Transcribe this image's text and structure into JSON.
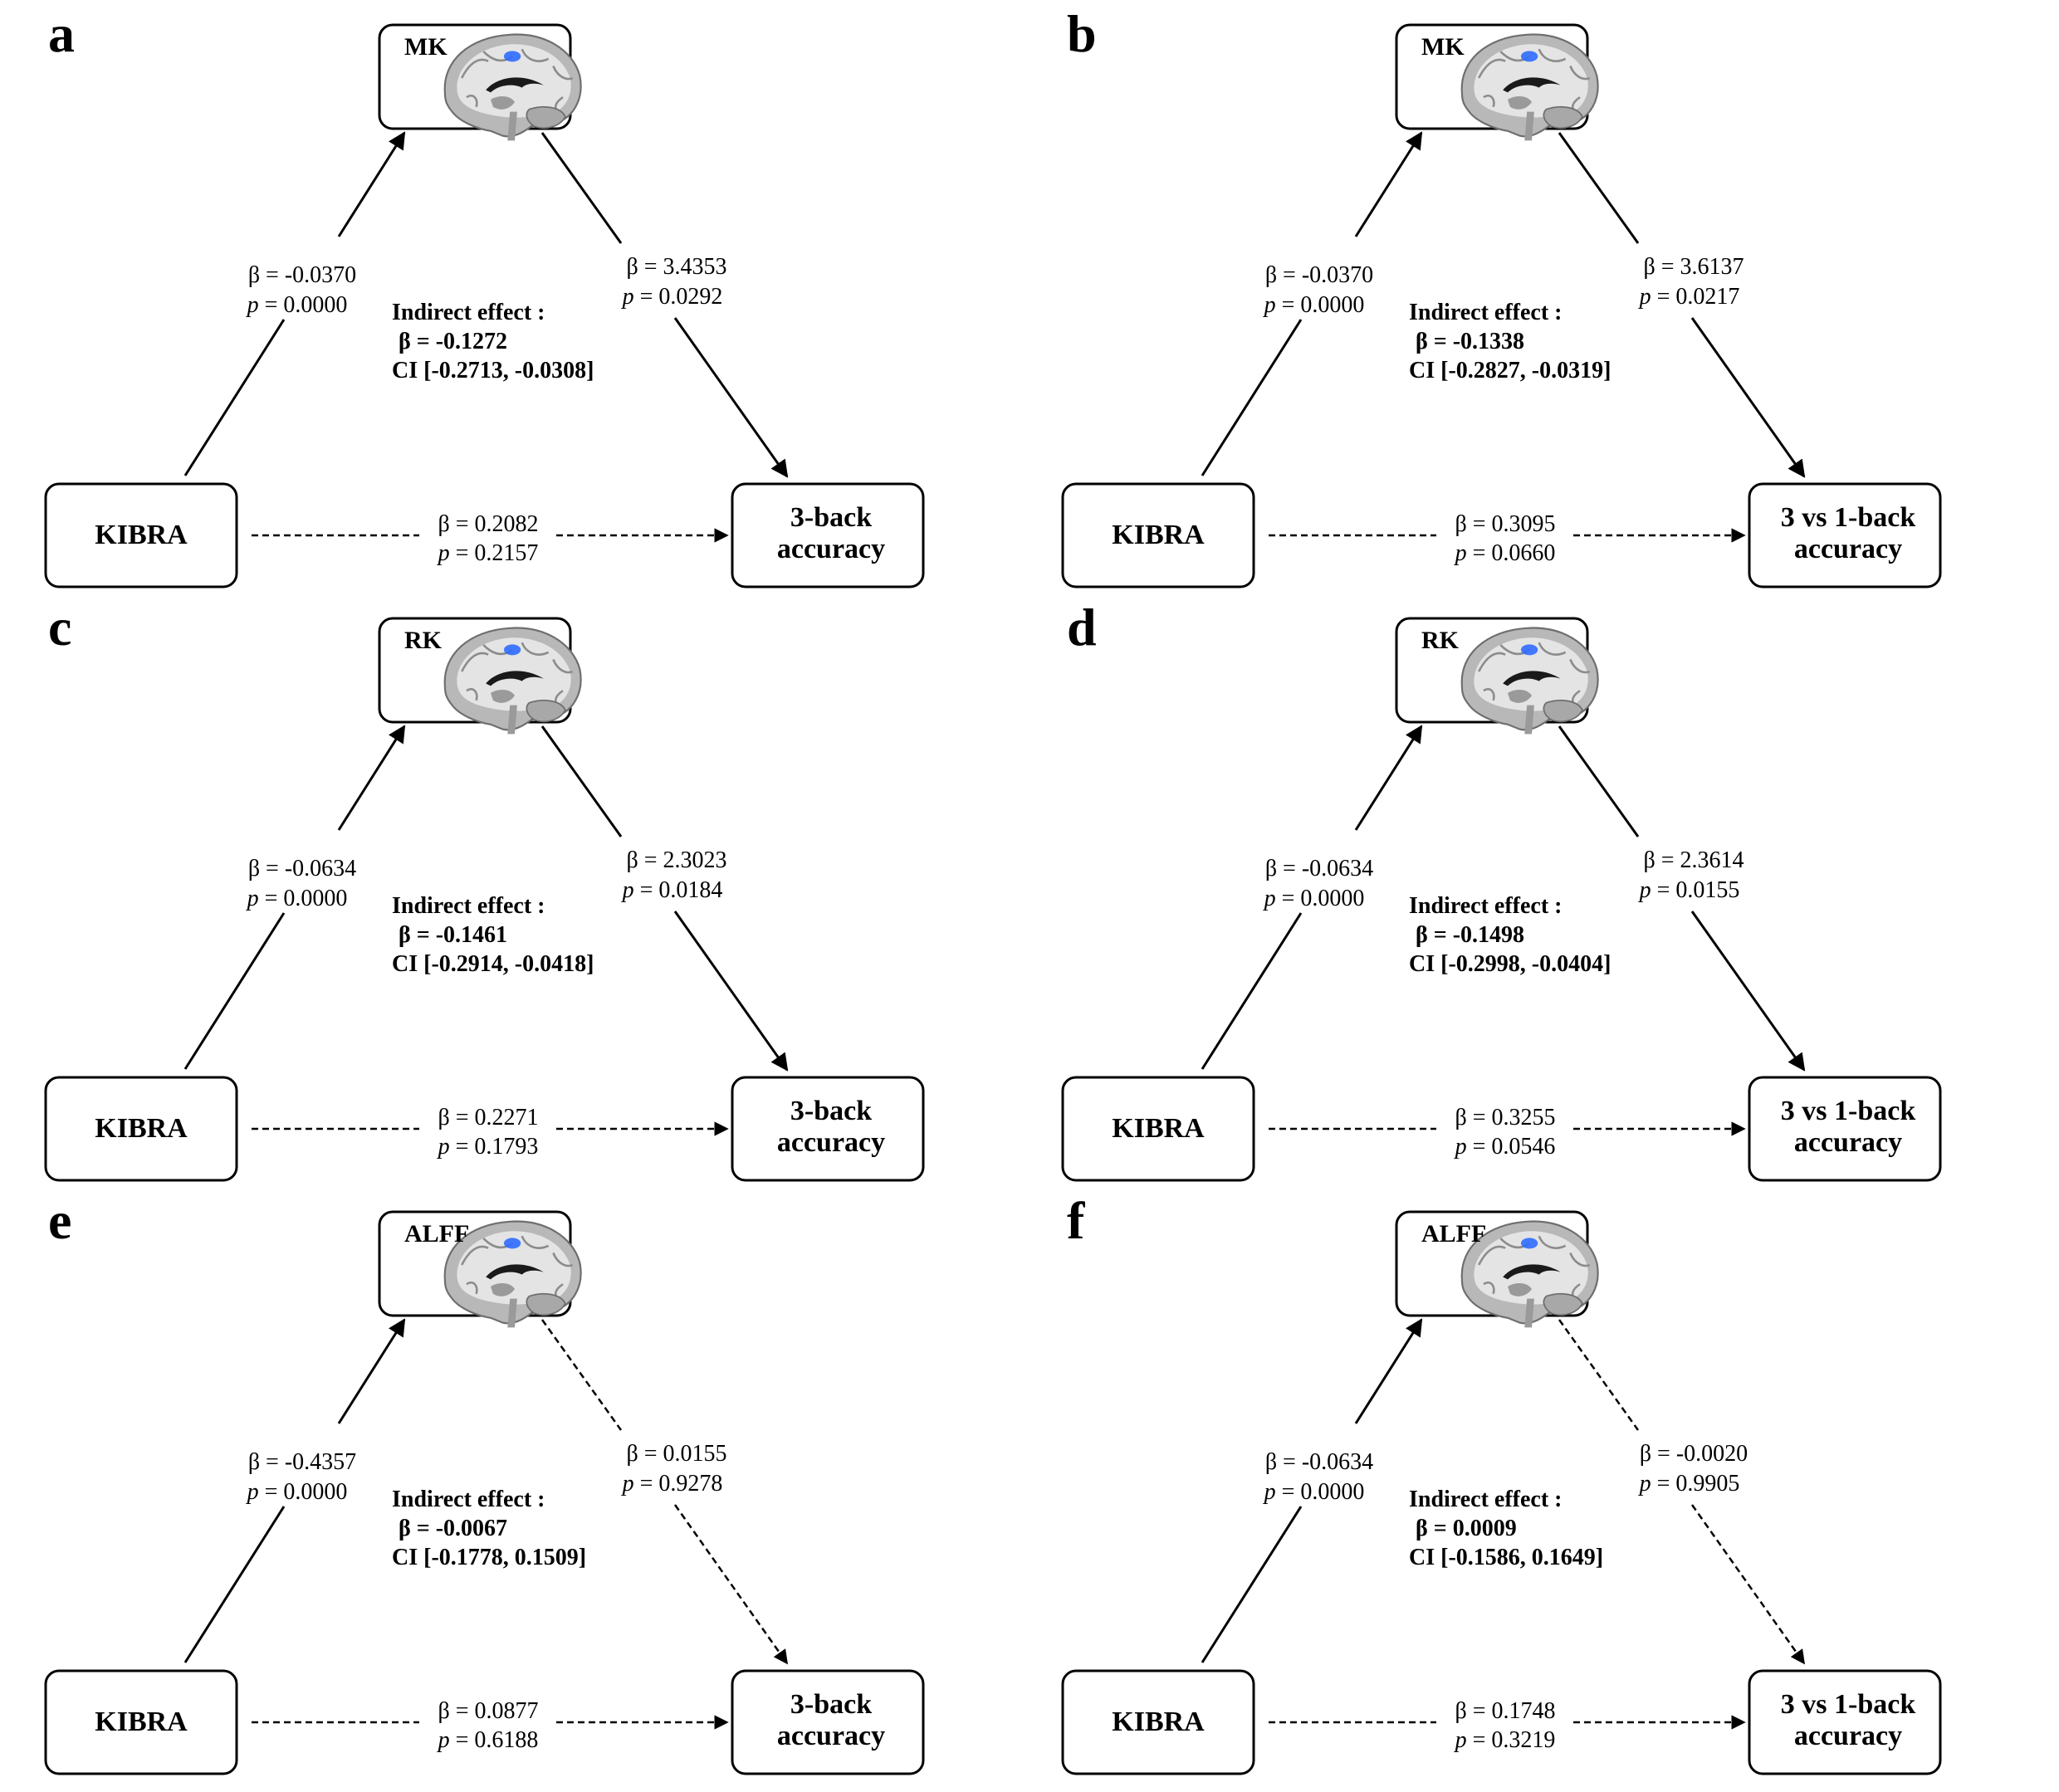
{
  "panels": [
    {
      "letter": "a",
      "mediator": "MK",
      "predictor": "KIBRA",
      "outcome_line1": "3-back",
      "outcome_line2": "accuracy",
      "path_a": {
        "beta": "β = -0.0370",
        "p_label": "p",
        "p_value": " = 0.0000",
        "significant": true
      },
      "path_b": {
        "beta": "β = 3.4353",
        "p_label": "p",
        "p_value": " = 0.0292",
        "significant": true
      },
      "path_c": {
        "beta": "β = 0.2082",
        "p_label": "p",
        "p_value": " = 0.2157",
        "significant": false
      },
      "indirect": {
        "title": "Indirect effect :",
        "beta": "β = -0.1272",
        "ci": "CI [-0.2713, -0.0308]"
      }
    },
    {
      "letter": "b",
      "mediator": "MK",
      "predictor": "KIBRA",
      "outcome_line1": "3 vs 1-back",
      "outcome_line2": "accuracy",
      "path_a": {
        "beta": "β = -0.0370",
        "p_label": "p",
        "p_value": " = 0.0000",
        "significant": true
      },
      "path_b": {
        "beta": "β = 3.6137",
        "p_label": "p",
        "p_value": " = 0.0217",
        "significant": true
      },
      "path_c": {
        "beta": "β = 0.3095",
        "p_label": "p",
        "p_value": " = 0.0660",
        "significant": false
      },
      "indirect": {
        "title": "Indirect effect :",
        "beta": "β = -0.1338",
        "ci": "CI [-0.2827, -0.0319]"
      }
    },
    {
      "letter": "c",
      "mediator": "RK",
      "predictor": "KIBRA",
      "outcome_line1": "3-back",
      "outcome_line2": "accuracy",
      "path_a": {
        "beta": "β = -0.0634",
        "p_label": "p",
        "p_value": " = 0.0000",
        "significant": true
      },
      "path_b": {
        "beta": "β = 2.3023",
        "p_label": "p",
        "p_value": " = 0.0184",
        "significant": true
      },
      "path_c": {
        "beta": "β = 0.2271",
        "p_label": "p",
        "p_value": " = 0.1793",
        "significant": false
      },
      "indirect": {
        "title": "Indirect effect :",
        "beta": "β = -0.1461",
        "ci": "CI [-0.2914, -0.0418]"
      }
    },
    {
      "letter": "d",
      "mediator": "RK",
      "predictor": "KIBRA",
      "outcome_line1": "3 vs 1-back",
      "outcome_line2": "accuracy",
      "path_a": {
        "beta": "β = -0.0634",
        "p_label": "p",
        "p_value": " = 0.0000",
        "significant": true
      },
      "path_b": {
        "beta": "β = 2.3614",
        "p_label": "p",
        "p_value": " = 0.0155",
        "significant": true
      },
      "path_c": {
        "beta": "β = 0.3255",
        "p_label": "p",
        "p_value": " = 0.0546",
        "significant": false
      },
      "indirect": {
        "title": "Indirect effect :",
        "beta": "β = -0.1498",
        "ci": "CI [-0.2998, -0.0404]"
      }
    },
    {
      "letter": "e",
      "mediator": "ALFF",
      "predictor": "KIBRA",
      "outcome_line1": "3-back",
      "outcome_line2": "accuracy",
      "path_a": {
        "beta": "β = -0.4357",
        "p_label": "p",
        "p_value": " = 0.0000",
        "significant": true
      },
      "path_b": {
        "beta": "β = 0.0155",
        "p_label": "p",
        "p_value": " = 0.9278",
        "significant": false
      },
      "path_c": {
        "beta": "β = 0.0877",
        "p_label": "p",
        "p_value": " = 0.6188",
        "significant": false
      },
      "indirect": {
        "title": "Indirect effect :",
        "beta": "β = -0.0067",
        "ci": "CI [-0.1778, 0.1509]"
      }
    },
    {
      "letter": "f",
      "mediator": "ALFF",
      "predictor": "KIBRA",
      "outcome_line1": "3 vs 1-back",
      "outcome_line2": "accuracy",
      "path_a": {
        "beta": "β = -0.0634",
        "p_label": "p",
        "p_value": " = 0.0000",
        "significant": true
      },
      "path_b": {
        "beta": "β = -0.0020",
        "p_label": "p",
        "p_value": " = 0.9905",
        "significant": false
      },
      "path_c": {
        "beta": "β = 0.1748",
        "p_label": "p",
        "p_value": " = 0.3219",
        "significant": false
      },
      "indirect": {
        "title": "Indirect effect :",
        "beta": "β = 0.0009",
        "ci": "CI [-0.1586, 0.1649]"
      }
    }
  ],
  "colors": {
    "line": "#000000",
    "brain_gray": "#b8b8b8",
    "brain_dark": "#1a1a1a",
    "highlight_blue": "#2f6bff"
  }
}
